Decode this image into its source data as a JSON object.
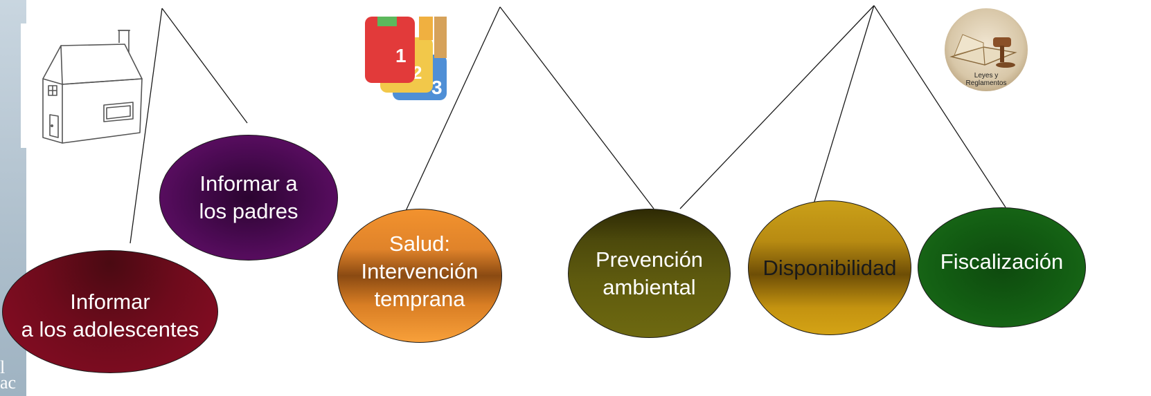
{
  "diagram": {
    "nodes": {
      "teen": "Informar\na los adolescentes",
      "parents": "Informar a\nlos padres",
      "health": "Salud:\nIntervención\ntemprana",
      "env": "Prevención\nambiental",
      "avail": "Disponibilidad",
      "fisc": "Fiscalización"
    },
    "icons": {
      "house": "house-icon",
      "pages": "numbered-pages-icon",
      "laws": "laws-book-gavel-icon",
      "laws_label": "Leyes y\nReglamentos"
    },
    "side_fragment": "l\nac",
    "colors": {
      "teen": "#8a0d24",
      "parents": "#4a0a52",
      "health": "#f2922e",
      "env": "#5e5a0e",
      "avail": "#c49310",
      "fisc": "#135e13"
    }
  }
}
